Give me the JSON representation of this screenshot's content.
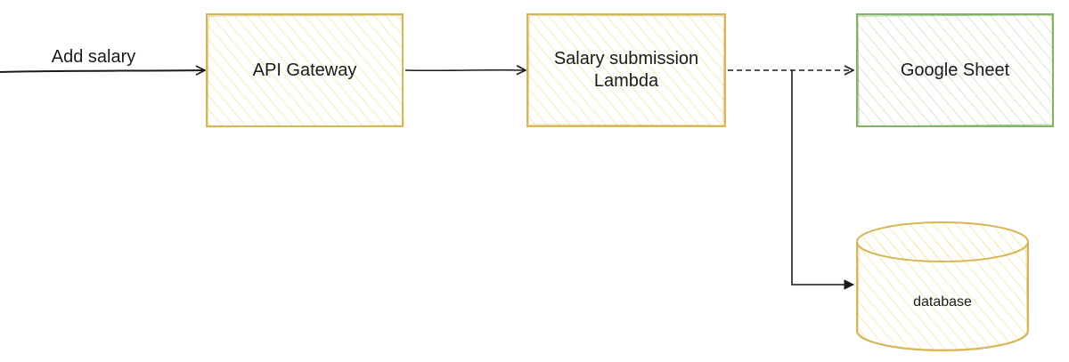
{
  "edges": {
    "input_label": "Add salary"
  },
  "nodes": {
    "api_gateway": "API Gateway",
    "lambda": "Salary submission\nLambda",
    "google_sheet": "Google Sheet",
    "database": "database"
  },
  "colors": {
    "yellow_stroke": "#d6b656",
    "yellow_fill": "#fff2cc",
    "green_stroke": "#82b366",
    "green_fill": "#d5e8d4",
    "edge": "#1a1a1a"
  }
}
